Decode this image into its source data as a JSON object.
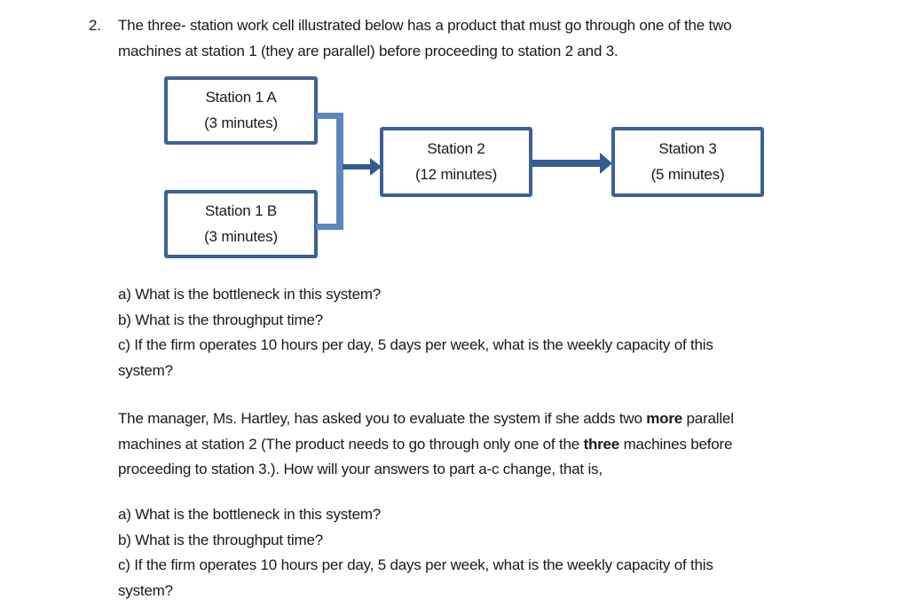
{
  "problem": {
    "number": "2.",
    "intro_lines": [
      "The three- station work cell illustrated below has a product that must go through one of the two",
      "machines at station 1 (they are parallel) before proceeding to station 2 and 3."
    ]
  },
  "diagram": {
    "boxes": [
      {
        "id": "station-1a",
        "title": "Station 1 A",
        "subtitle": "(3 minutes)"
      },
      {
        "id": "station-1b",
        "title": "Station 1 B",
        "subtitle": "(3 minutes)"
      },
      {
        "id": "station-2",
        "title": "Station 2",
        "subtitle": "(12 minutes)"
      },
      {
        "id": "station-3",
        "title": "Station 3",
        "subtitle": "(5 minutes)"
      }
    ],
    "colors": {
      "box_border": "#3a6295",
      "connector": "#5e87bd",
      "arrow": "#335c90"
    }
  },
  "questions_first": {
    "a": "a) What is the bottleneck in this system?",
    "b": "b) What is the throughput time?",
    "c_line1": "c) If the firm operates 10 hours per day, 5 days per week, what is the weekly capacity of this",
    "c_line2": "system?"
  },
  "hartley_paragraph": {
    "line1_pre": "The manager, Ms. Hartley, has asked you to evaluate the system if she adds two ",
    "line1_bold": "more",
    "line1_post": " parallel",
    "line2_pre": "machines at station 2 (The product needs to go through only one of the ",
    "line2_bold": "three",
    "line2_post": " machines before",
    "line3": "proceeding to station 3.). How will your answers to part a-c change, that is,"
  },
  "questions_second": {
    "a": "a) What is the bottleneck in this system?",
    "b": "b) What is the throughput time?",
    "c_line1": "c) If the firm operates 10 hours per day, 5 days per week, what is the weekly capacity of this",
    "c_line2": "system?"
  }
}
